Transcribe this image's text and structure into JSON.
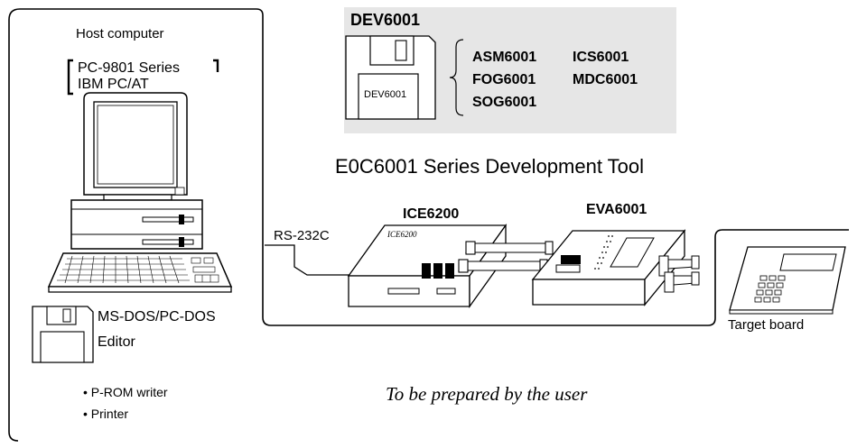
{
  "host": {
    "title": "Host computer",
    "models": [
      "PC-9801 Series",
      "IBM PC/AT"
    ],
    "os_label": "MS-DOS/PC-DOS",
    "editor_label": "Editor",
    "user_items": [
      "• P-ROM writer",
      "• Printer"
    ]
  },
  "package": {
    "title": "DEV6001",
    "disk_label": "DEV6001",
    "tools": [
      "ASM6001",
      "ICS6001",
      "FOG6001",
      "MDC6001",
      "SOG6001"
    ]
  },
  "dev_tool": {
    "heading": "E0C6001 Series Development Tool",
    "cable_label": "RS-232C",
    "ice_label": "ICE6200",
    "ice_device_text": "ICE6200",
    "eva_label": "EVA6001"
  },
  "target": {
    "label": "Target board"
  },
  "footer": {
    "note": "To be prepared by the user"
  },
  "colors": {
    "package_bg": "#e6e6e6",
    "line": "#000000",
    "fill": "#ffffff"
  }
}
